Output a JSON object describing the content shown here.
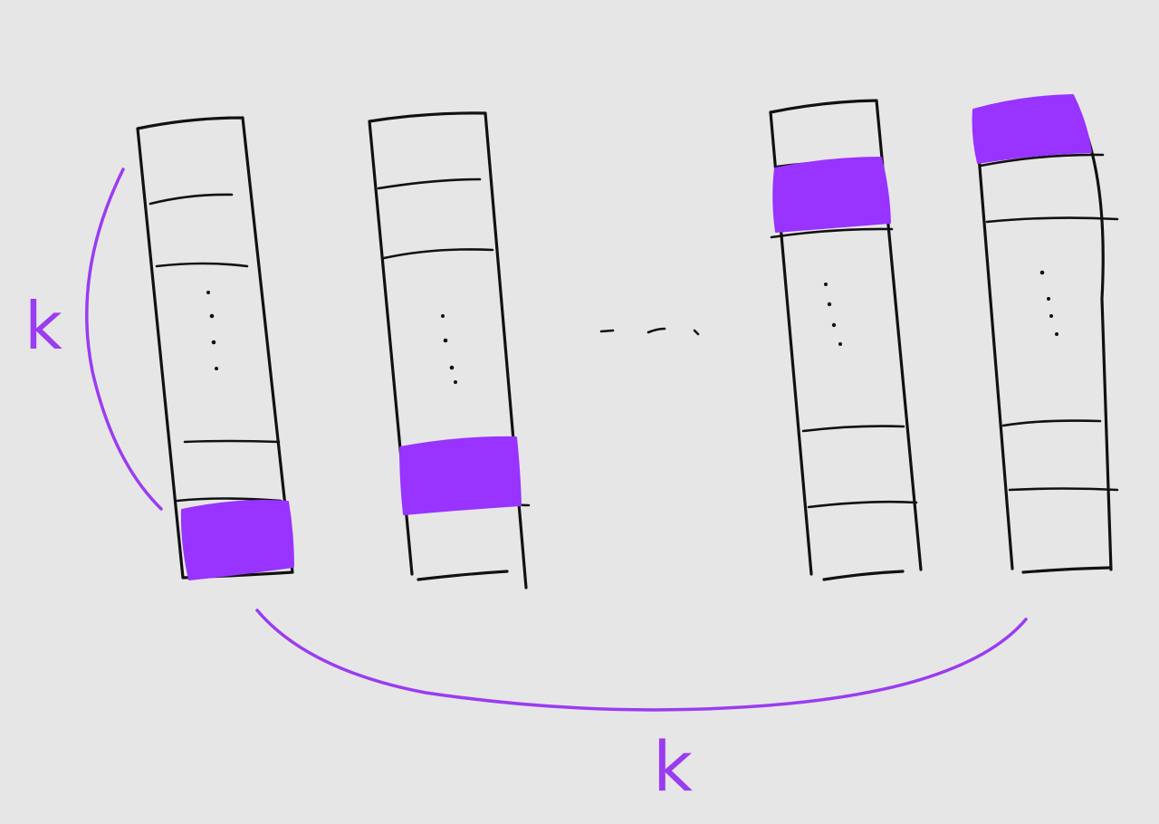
{
  "colors": {
    "background": "#e6e6e6",
    "ink": "#111111",
    "highlight": "#9933ff",
    "annotation": "#9b3cf0"
  },
  "labels": {
    "height_brace": "k",
    "width_brace": "k"
  },
  "columns": [
    {
      "name": "first-column",
      "highlight": "bottom-cell"
    },
    {
      "name": "second-column",
      "highlight": "lower-middle-cell"
    },
    {
      "name": "second-to-last-column",
      "highlight": "upper-cell"
    },
    {
      "name": "last-column",
      "highlight": "top-cell"
    }
  ],
  "ellipsis_between_columns": true,
  "ellipsis_inside_columns": true
}
